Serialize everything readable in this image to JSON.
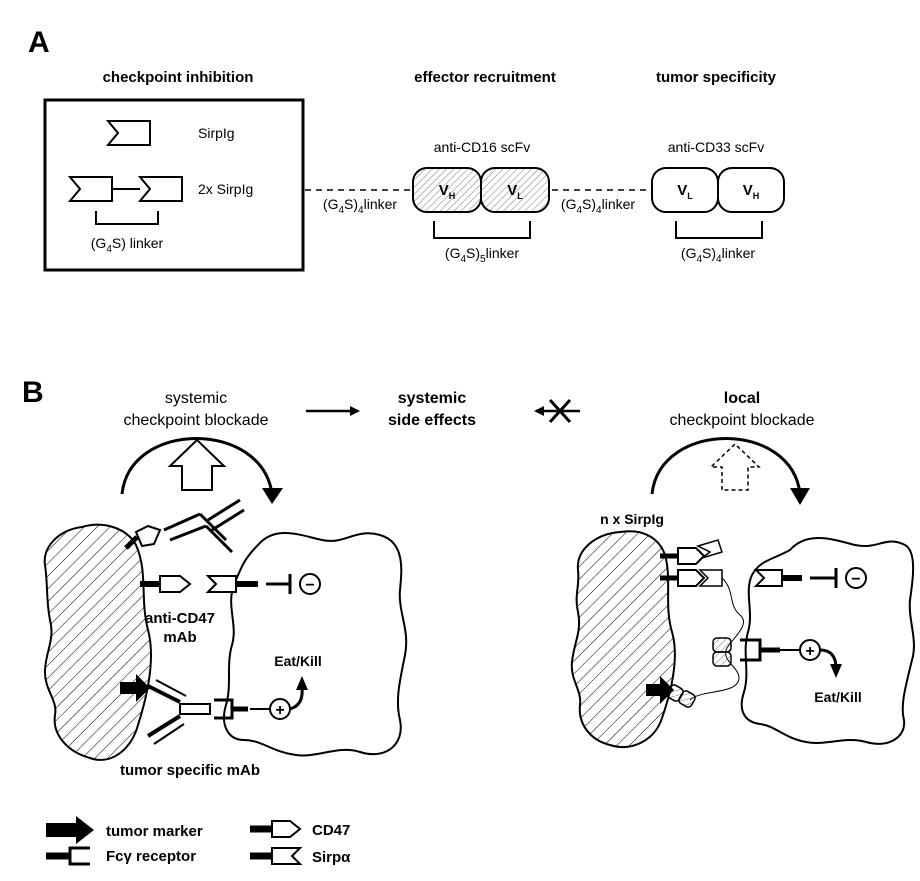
{
  "panel_a": {
    "label": "A",
    "heading_checkpoint": "checkpoint inhibition",
    "heading_effector": "effector recruitment",
    "heading_tumor": "tumor specificity",
    "sirpig": "SirpIg",
    "sirpig_2x": "2x SirpIg",
    "box_linker": {
      "open": "(G",
      "sub": "4",
      "close": "S) linker"
    },
    "linker_left": {
      "open": "(G",
      "sub1": "4",
      "mid": "S)",
      "sub2": "4",
      "close": "linker"
    },
    "linker_mid": {
      "open": "(G",
      "sub1": "4",
      "mid": "S)",
      "sub2": "4",
      "close": "linker"
    },
    "scfv_16": {
      "title": "anti-CD16 scFv",
      "d1_main": "V",
      "d1_sub": "H",
      "d2_main": "V",
      "d2_sub": "L",
      "linker": {
        "open": "(G",
        "sub1": "4",
        "mid": "S)",
        "sub2": "5",
        "close": "linker"
      }
    },
    "scfv_33": {
      "title": "anti-CD33 scFv",
      "d1_main": "V",
      "d1_sub": "L",
      "d2_main": "V",
      "d2_sub": "H",
      "linker": {
        "open": "(G",
        "sub1": "4",
        "mid": "S)",
        "sub2": "4",
        "close": "linker"
      }
    }
  },
  "panel_b": {
    "label": "B",
    "systemic_line1": "systemic",
    "systemic_line2": "checkpoint blockade",
    "side_effects_line1": "systemic",
    "side_effects_line2": "side effects",
    "local_line1": "local",
    "local_line2": "checkpoint blockade",
    "anti_cd47_line1": "anti-CD47",
    "anti_cd47_line2": "mAb",
    "eat_kill_left": "Eat/Kill",
    "eat_kill_right": "Eat/Kill",
    "tumor_specific": "tumor specific mAb",
    "n_x_sirpig": "n x SirpIg",
    "minus_symbol": "−",
    "plus_symbol": "+"
  },
  "legend": {
    "tumor_marker": "tumor marker",
    "fc_receptor": "Fcγ receptor",
    "cd47": "CD47",
    "sirpa": "Sirpα"
  }
}
